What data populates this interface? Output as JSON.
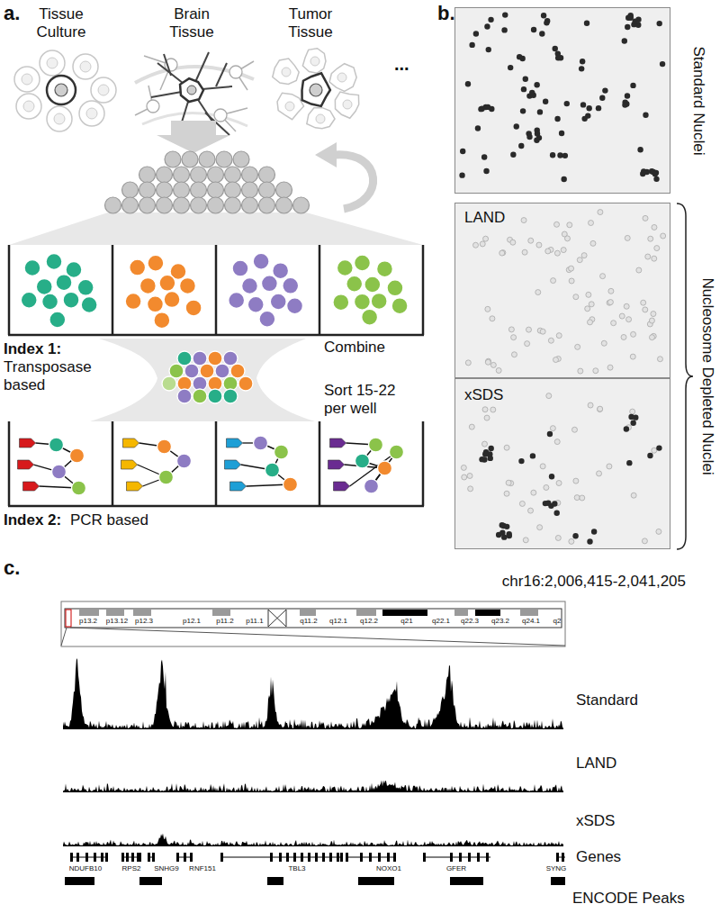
{
  "diagram": {
    "nodes": [
      {
        "text": [
          "Standard Nuclei"
        ]
      },
      {
        "text": [
          "LAND"
        ]
      },
      {
        "text": [
          "xSDS"
        ]
      }
    ],
    "labels": [
      "a.",
      "Tissue Culture",
      "Brain Tissue",
      "Tumor Tissue",
      "...",
      "Index 1:",
      "Transposase based",
      "Combine",
      "Sort 15-22 per well",
      "Index 2:",
      "PCR based",
      "b.",
      "Nucleosome Depleted Nuclei",
      "c.",
      "chr16:2,006,415-2,041,205",
      "p13.2",
      "p13.12",
      "p12.3",
      "p12.1",
      "p11.2",
      "p11.1",
      "q11.2",
      "q12.1",
      "q12.2",
      "q21",
      "q22.1",
      "q22.3",
      "q23.2",
      "q24.1",
      "q2",
      "Standard",
      "LAND",
      "xSDS",
      "Genes",
      "ENCODE Peaks",
      "NDUFB10",
      "RPS2",
      "SNHG9",
      "RNF151",
      "TBL3",
      "NOXO1",
      "GFER",
      "SYNG"
    ]
  }
}
